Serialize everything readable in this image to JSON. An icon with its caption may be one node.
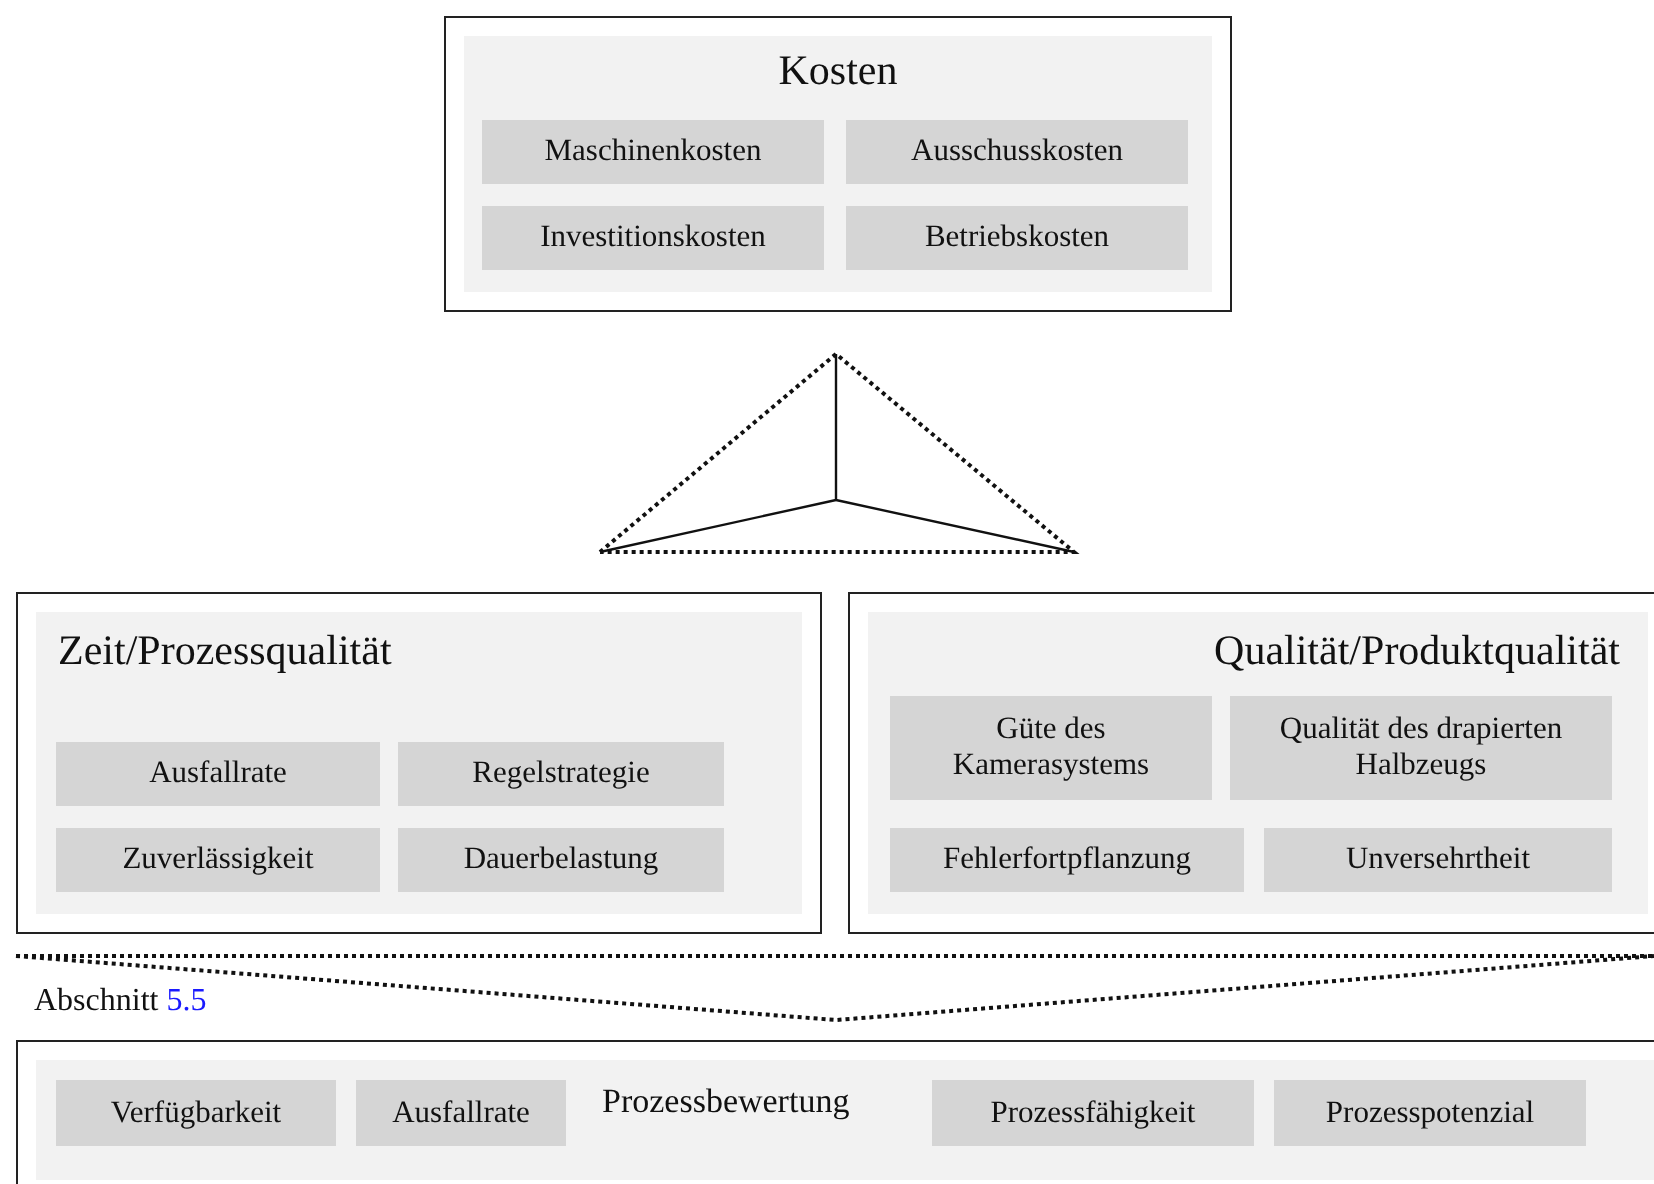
{
  "diagram": {
    "nodes": [
      {
        "text": [
          "Kosten"
        ]
      },
      {
        "text": [
          "Maschinenkosten"
        ],
        "in": 0
      },
      {
        "text": [
          "Ausschusskosten"
        ],
        "in": 0
      },
      {
        "text": [
          "Investitionskosten"
        ],
        "in": 0
      },
      {
        "text": [
          "Betriebskosten"
        ],
        "in": 0
      },
      {
        "text": [
          "Zeit/Prozessqualität"
        ]
      },
      {
        "text": [
          "Ausfallrate"
        ],
        "in": 5
      },
      {
        "text": [
          "Regelstrategie"
        ],
        "in": 5
      },
      {
        "text": [
          "Zuverlässigkeit"
        ],
        "in": 5
      },
      {
        "text": [
          "Dauerbelastung"
        ],
        "in": 5
      },
      {
        "text": [
          "Qualität/Produktqualität"
        ]
      },
      {
        "text": [
          "Güte des Kamerasystems"
        ],
        "in": 10
      },
      {
        "text": [
          "Qualität des drapierten Halbzeugs"
        ],
        "in": 10
      },
      {
        "text": [
          "Fehlerfortpflanzung"
        ],
        "in": 10
      },
      {
        "text": [
          "Unversehrtheit"
        ],
        "in": 10
      },
      {
        "text": [
          "Prozessbewertung"
        ]
      },
      {
        "text": [
          "Verfügbarkeit"
        ],
        "in": 15
      },
      {
        "text": [
          "Ausfallrate"
        ],
        "in": 15
      },
      {
        "text": [
          "Prozessfähigkeit"
        ],
        "in": 15
      },
      {
        "text": [
          "Prozesspotenzial"
        ],
        "in": 15
      }
    ],
    "edges": [],
    "labels": [
      "Abschnitt",
      "5.5"
    ]
  }
}
